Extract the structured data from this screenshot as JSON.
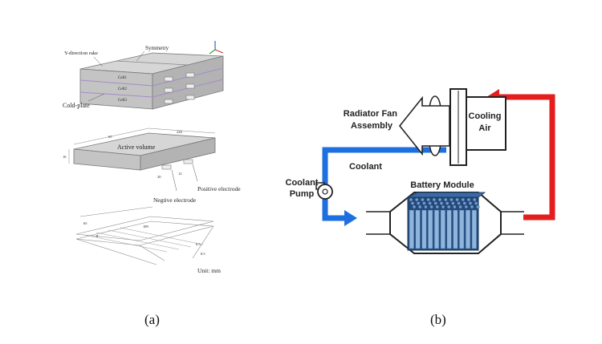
{
  "panel_a": {
    "caption": "(a)",
    "labels": {
      "y_rake": "Y-direction rake",
      "symmetry": "Symmetry",
      "cold_plate": "Cold-plate",
      "cell1": "Cell1",
      "cell2": "Cell2",
      "cell3": "Cell3",
      "active_volume": "Active volume",
      "positive": "Positive electrode",
      "negative": "Negtive electrode",
      "unit": "Unit: mm"
    },
    "dims": {
      "d1": "65",
      "d2": "228",
      "d3": "16",
      "d4": "20",
      "d5": "12",
      "d6": "65",
      "d7": "8",
      "d8": "189",
      "d9": "6.5",
      "d10": "8.5"
    }
  },
  "panel_b": {
    "caption": "(b)",
    "labels": {
      "radiator_line1": "Radiator Fan",
      "radiator_line2": "Assembly",
      "cooling_line1": "Cooling",
      "cooling_line2": "Air",
      "coolant": "Coolant",
      "pump_line1": "Coolant",
      "pump_line2": "Pump",
      "battery_module": "Battery Module"
    },
    "colors": {
      "cold_flow": "#1e6fe0",
      "hot_flow": "#e41d1d",
      "cell_fill": "#8fb5dc"
    }
  }
}
